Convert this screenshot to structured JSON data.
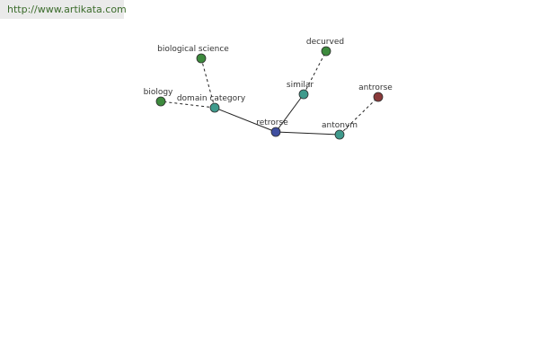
{
  "source": {
    "url_text": "http://www.artikata.com"
  },
  "colors": {
    "focus_node": "#3f4fa0",
    "relation_node": "#3f9a8c",
    "term_node": "#3d8a3d",
    "antonym_term_node": "#8a3a3a",
    "edge": "#222222",
    "source_background": "#eaeaea",
    "source_text": "#3a6b2a"
  },
  "graph": {
    "nodes": [
      {
        "id": "retrorse",
        "label": "retrorse",
        "kind": "focus"
      },
      {
        "id": "domain_category",
        "label": "domain category",
        "kind": "relation"
      },
      {
        "id": "similar",
        "label": "similar",
        "kind": "relation"
      },
      {
        "id": "antonym",
        "label": "antonym",
        "kind": "relation"
      },
      {
        "id": "biological_science",
        "label": "biological science",
        "kind": "term"
      },
      {
        "id": "biology",
        "label": "biology",
        "kind": "term"
      },
      {
        "id": "decurved",
        "label": "decurved",
        "kind": "term"
      },
      {
        "id": "antrorse",
        "label": "antrorse",
        "kind": "antonym_term"
      }
    ],
    "edges": [
      {
        "from": "retrorse",
        "to": "domain_category",
        "style": "solid"
      },
      {
        "from": "retrorse",
        "to": "similar",
        "style": "solid"
      },
      {
        "from": "retrorse",
        "to": "antonym",
        "style": "solid"
      },
      {
        "from": "domain_category",
        "to": "biological_science",
        "style": "dashed"
      },
      {
        "from": "domain_category",
        "to": "biology",
        "style": "dashed"
      },
      {
        "from": "similar",
        "to": "decurved",
        "style": "dashed"
      },
      {
        "from": "antonym",
        "to": "antrorse",
        "style": "dashed"
      }
    ]
  }
}
